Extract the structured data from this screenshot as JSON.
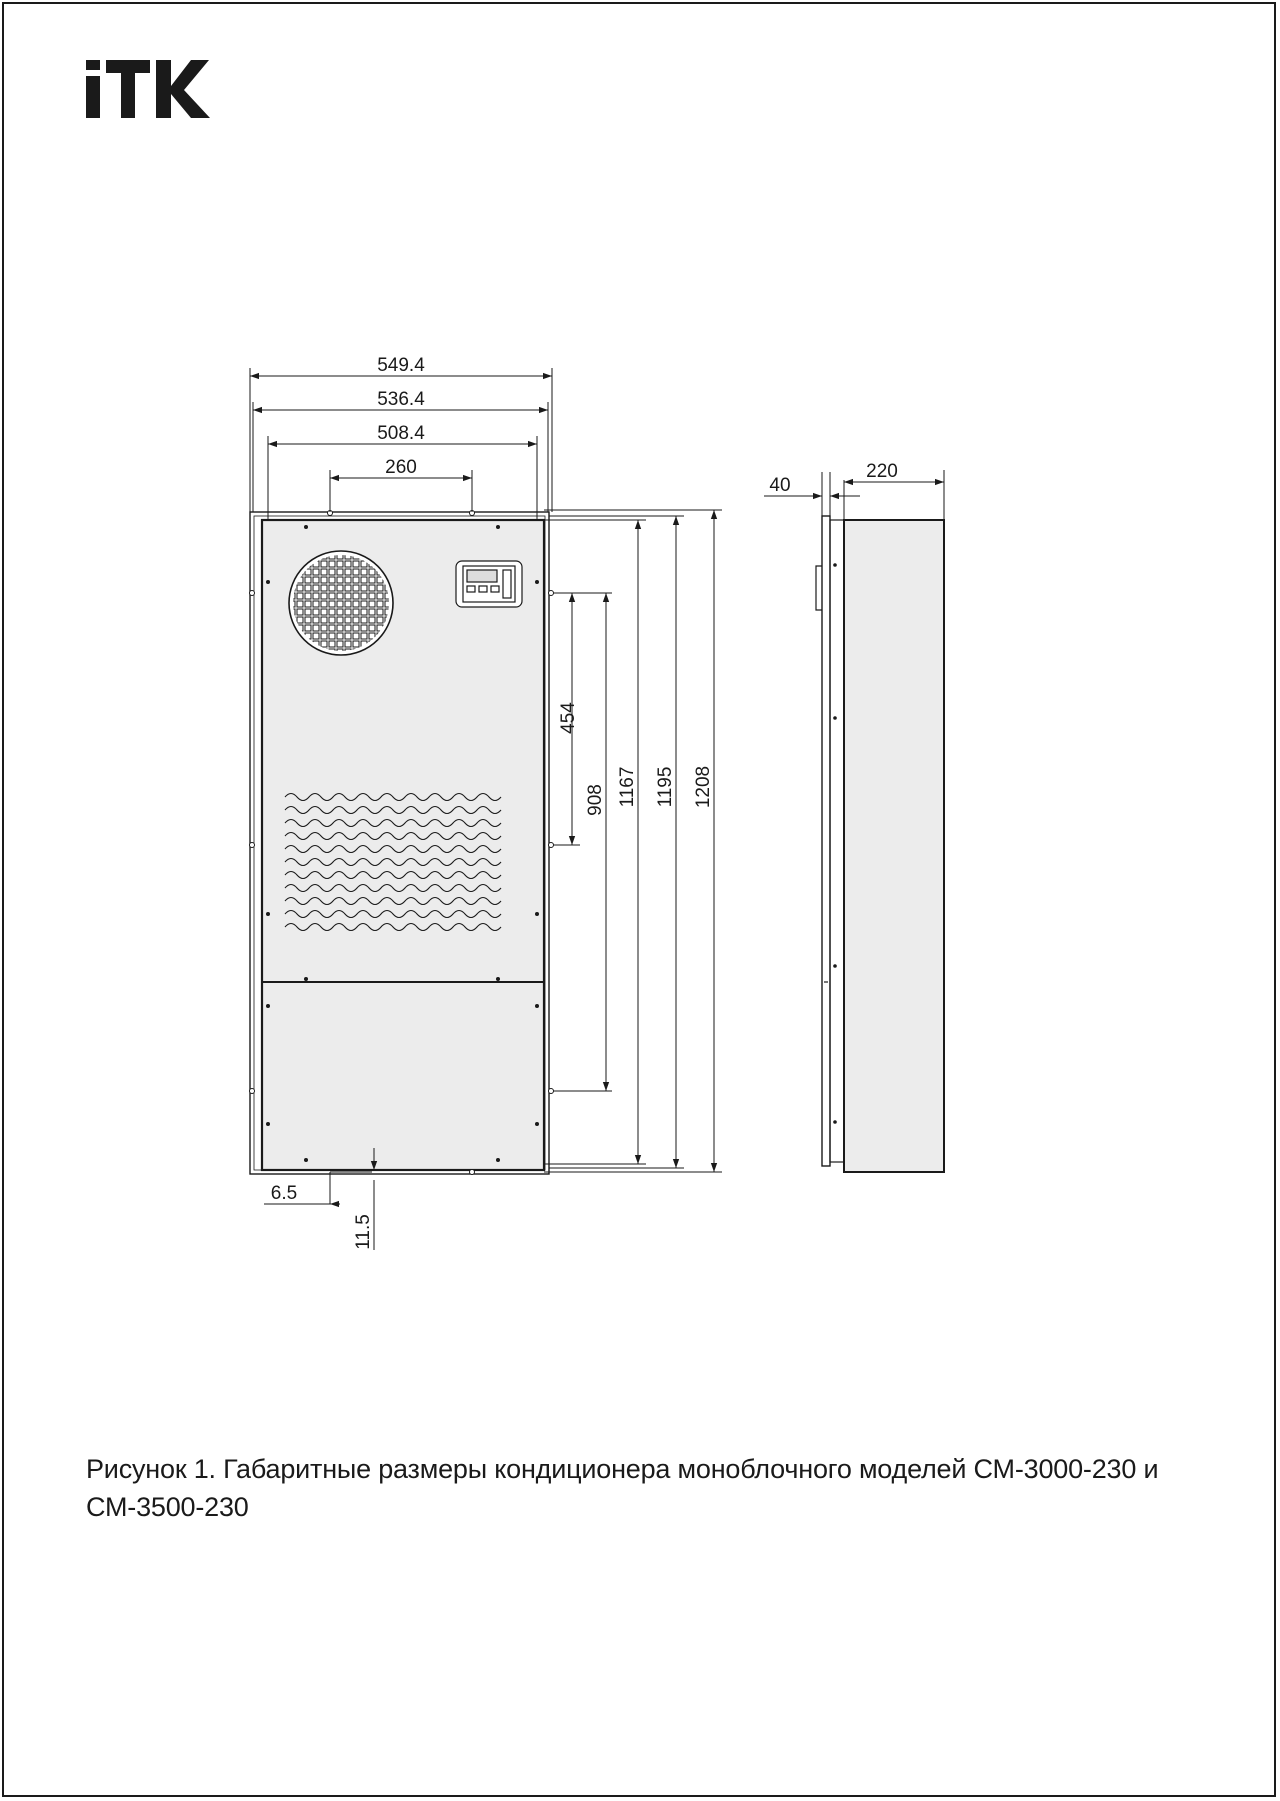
{
  "brand": {
    "logo_text": "iTK"
  },
  "front_view": {
    "width_overall": "549.4",
    "width_flange": "536.4",
    "width_cutout": "508.4",
    "top_holes_spacing": "260",
    "height_overall": "1208",
    "height_flange": "1195",
    "height_panel": "1167",
    "mount_spacing_long": "908",
    "mount_spacing_short": "454",
    "bottom_offset_x": "6.5",
    "bottom_offset_y": "11.5",
    "controller_icon": "controller-panel-icon",
    "fan_grille_icon": "fan-grille-icon",
    "louver_icon": "louver-vents-icon"
  },
  "side_view": {
    "depth_flange": "40",
    "depth_body": "220"
  },
  "caption": {
    "line1": "Рисунок 1. Габаритные размеры кондиционера моноблочного моделей СМ-3000-230 и",
    "line2": "СМ-3500-230"
  },
  "colors": {
    "line": "#1a1a1a",
    "panel_fill": "#ececec",
    "background": "#ffffff"
  }
}
